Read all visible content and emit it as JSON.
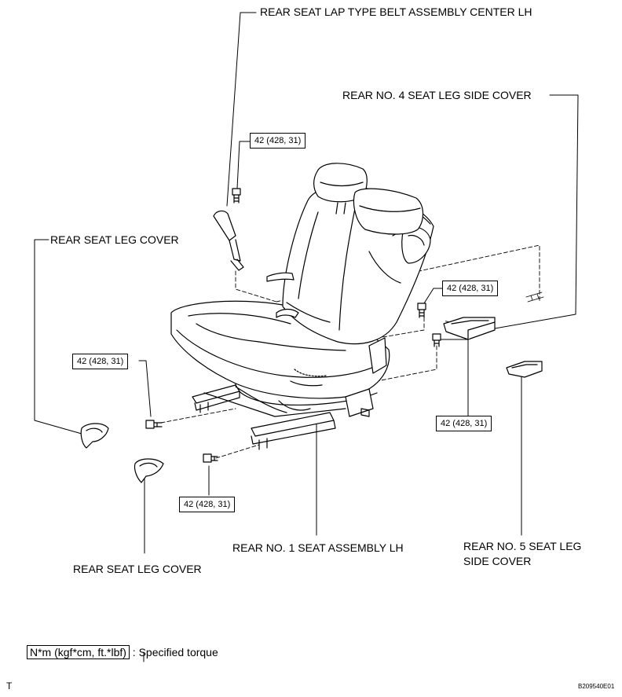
{
  "labels": {
    "belt_center": "REAR SEAT LAP TYPE BELT ASSEMBLY CENTER LH",
    "leg_side_cover_4": "REAR NO. 4 SEAT LEG SIDE COVER",
    "leg_cover_upper": "REAR SEAT LEG COVER",
    "leg_cover_lower": "REAR SEAT LEG COVER",
    "seat_assembly": "REAR NO. 1 SEAT ASSEMBLY LH",
    "leg_side_cover_5_line1": "REAR NO. 5 SEAT LEG",
    "leg_side_cover_5_line2": "SIDE COVER"
  },
  "torque": {
    "t1": "42 (428, 31)",
    "t2": "42 (428, 31)",
    "t3": "42 (428, 31)",
    "t4": "42 (428, 31)",
    "t5": "42 (428, 31)"
  },
  "legend": {
    "unit": "N*m (kgf*cm, ft.*lbf)",
    "desc": ": Specified torque"
  },
  "corner_mark": "T",
  "figure_code": "B209540E01"
}
